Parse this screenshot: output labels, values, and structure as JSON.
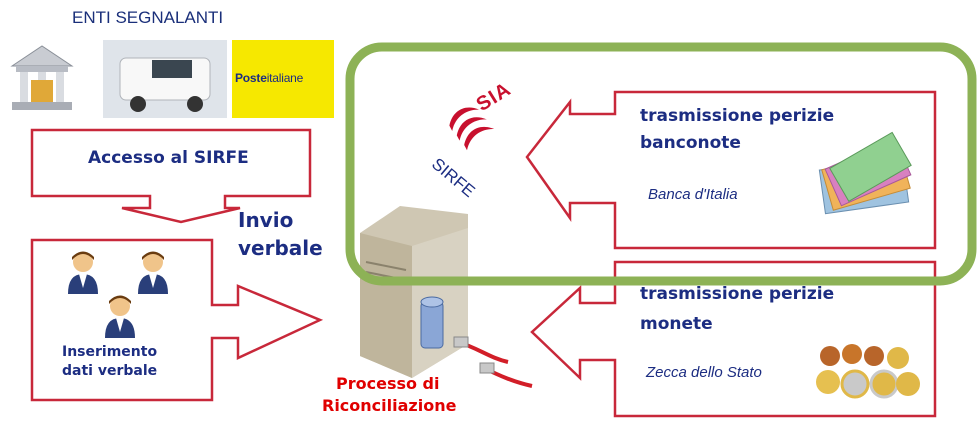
{
  "header": {
    "title": "ENTI SEGNALANTI"
  },
  "logos": {
    "poste_bold": "Poste",
    "poste_regular": "italiane"
  },
  "flow": {
    "access": "Accesso al SIRFE",
    "invio_line1": "Invio",
    "invio_line2": "verbale",
    "input_line1": "Inserimento",
    "input_line2": "dati verbale",
    "process_line1": "Processo di",
    "process_line2": "Riconciliazione"
  },
  "sirfe": {
    "brand": "SIA",
    "label": "SIRFE"
  },
  "banknotes": {
    "title_line1": "trasmissione perizie",
    "title_line2": "banconote",
    "source": "Banca d'Italia"
  },
  "coins": {
    "title_line1": "trasmissione perizie",
    "title_line2": "monete",
    "source": "Zecca dello Stato"
  },
  "colors": {
    "arrow_border": "#c8283a",
    "highlight": "#8db256",
    "text_navy": "#1c2d82",
    "text_red": "#e00000"
  }
}
